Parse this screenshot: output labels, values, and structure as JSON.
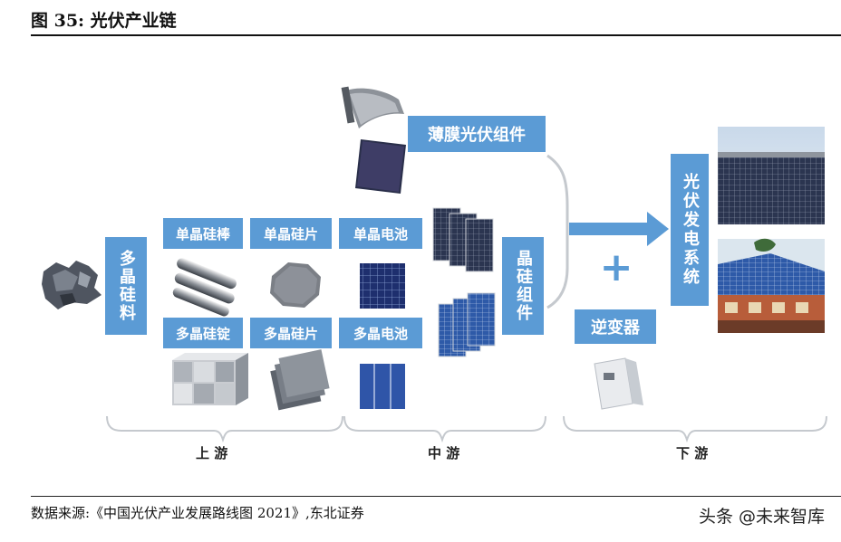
{
  "title": "图 35:  光伏产业链",
  "upstream": {
    "raw": "多晶硅料",
    "mono_rod": "单晶硅棒",
    "mono_wafer": "单晶硅片",
    "poly_ingot": "多晶硅锭",
    "poly_wafer": "多晶硅片"
  },
  "midstream": {
    "thin_film": "薄膜光伏组件",
    "mono_cell": "单晶电池",
    "poly_cell": "多晶电池",
    "crystal_module": "晶硅组件"
  },
  "downstream": {
    "system": "光伏发电系统",
    "inverter": "逆变器",
    "plus": "+"
  },
  "stages": {
    "up": "上 游",
    "mid": "中 游",
    "down": "下 游"
  },
  "source": "数据来源:《中国光伏产业发展路线图 2021》,东北证券",
  "watermark": "头条 @未来智库"
}
